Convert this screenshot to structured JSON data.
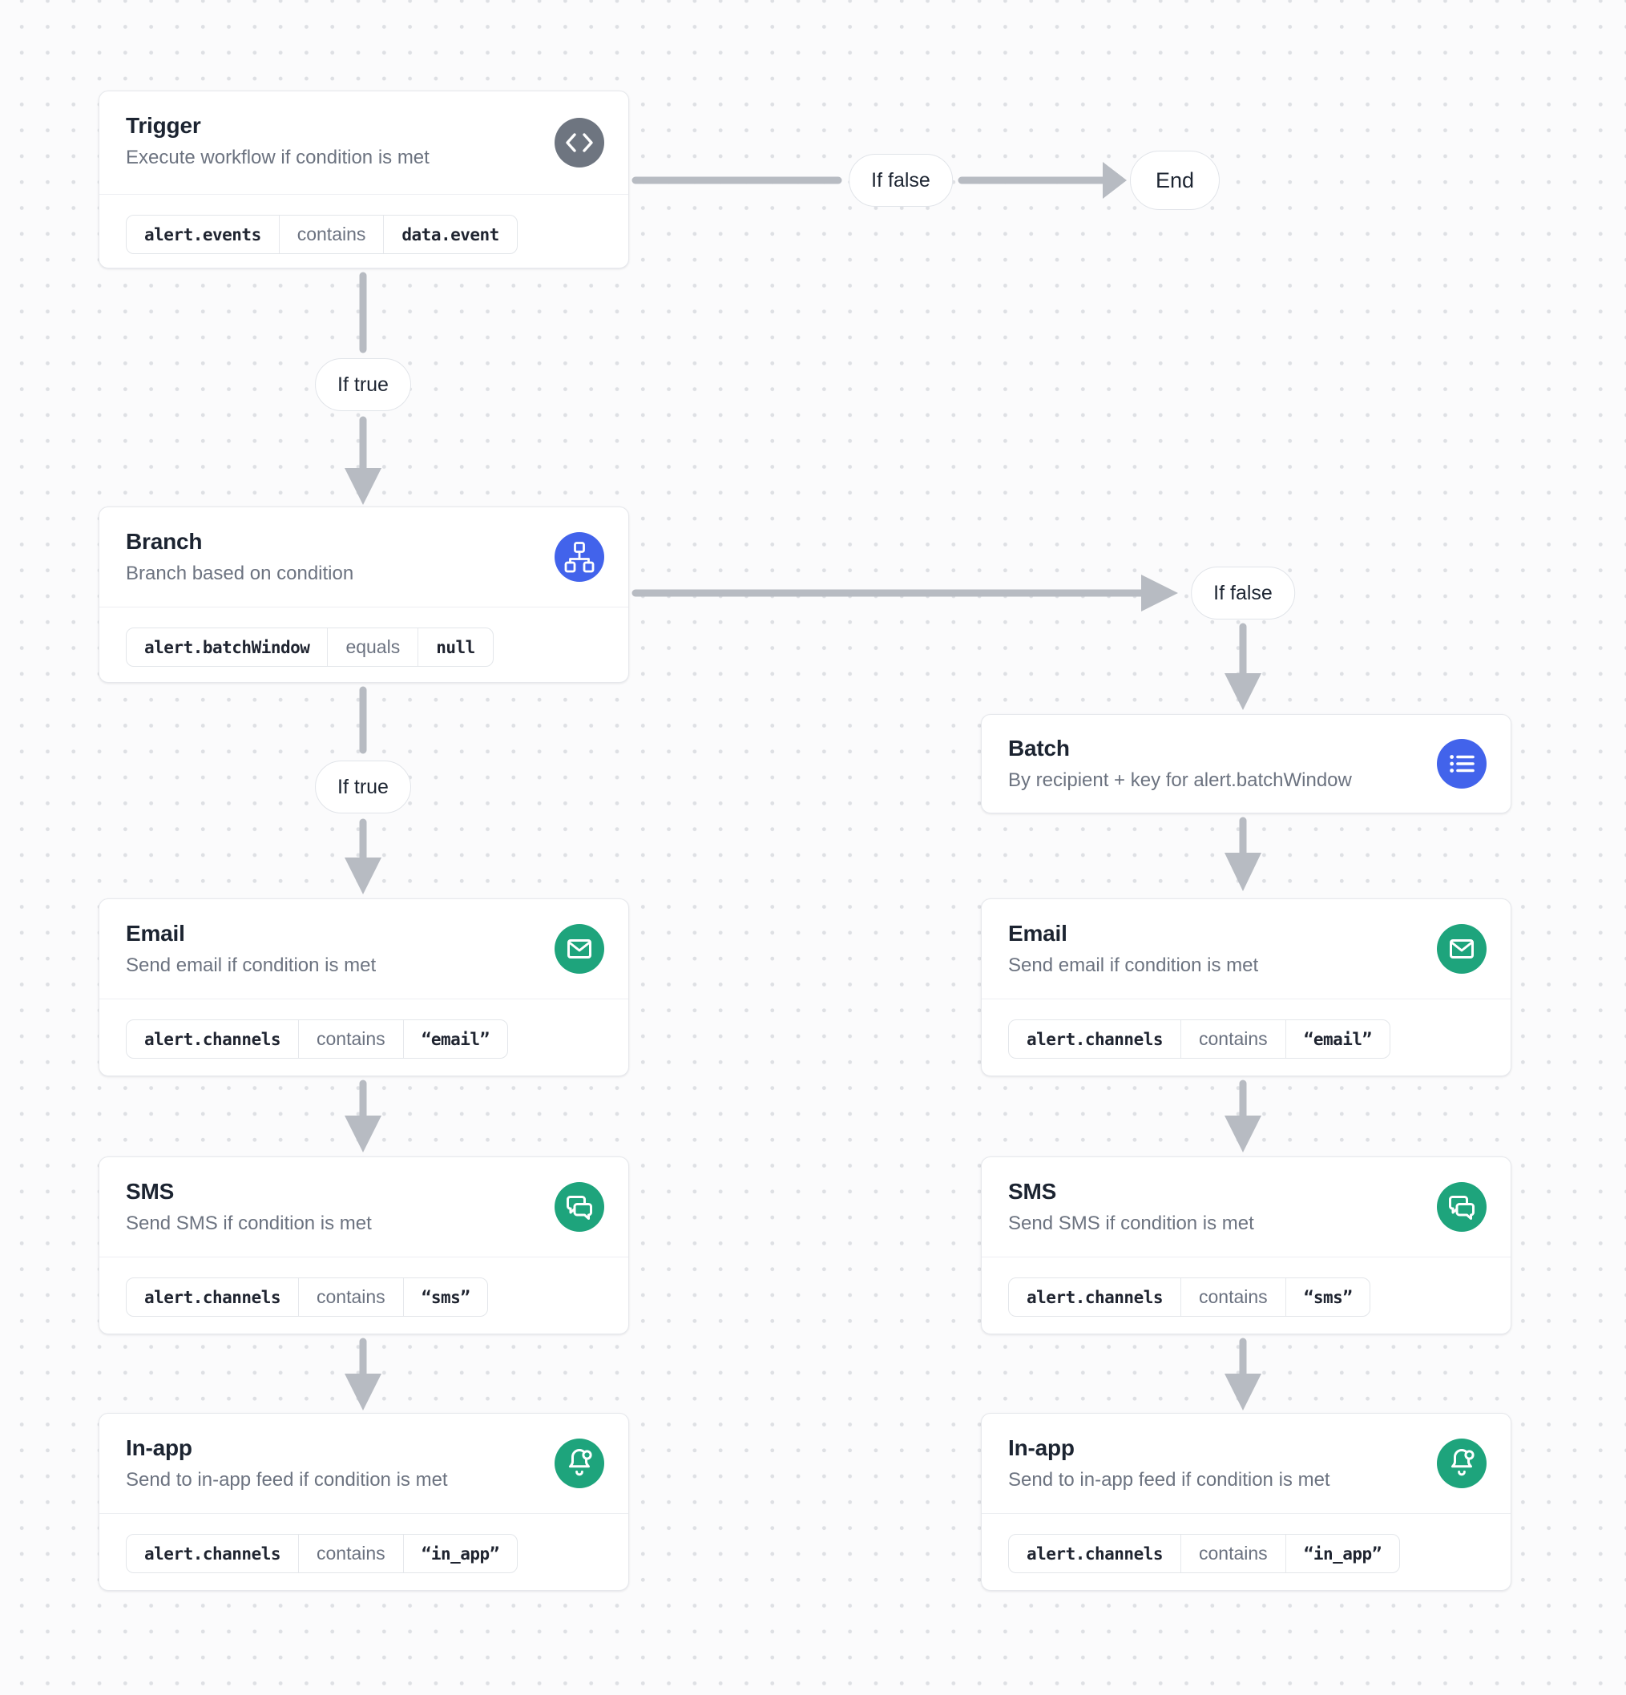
{
  "diagram": {
    "background": {
      "color": "#fbfbfc",
      "dot_color": "#dee0e4"
    },
    "colors": {
      "trigger_icon_bg": "#6e7580",
      "branch_icon_bg": "#4263eb",
      "batch_icon_bg": "#4263eb",
      "channel_icon_bg": "#1ea47c",
      "arrow": "#b7bbc2"
    },
    "nodes": {
      "trigger": {
        "title": "Trigger",
        "subtitle": "Execute workflow if condition is met",
        "icon": "code-icon",
        "condition": {
          "field": "alert.events",
          "operator": "contains",
          "value": "data.event"
        }
      },
      "branch": {
        "title": "Branch",
        "subtitle": "Branch based on condition",
        "icon": "sitemap-icon",
        "condition": {
          "field": "alert.batchWindow",
          "operator": "equals",
          "value": "null"
        }
      },
      "batch": {
        "title": "Batch",
        "subtitle": "By recipient + key for alert.batchWindow",
        "icon": "list-icon"
      },
      "email": {
        "title": "Email",
        "subtitle": "Send email if condition is met",
        "icon": "mail-icon",
        "condition": {
          "field": "alert.channels",
          "operator": "contains",
          "value": "“email”"
        }
      },
      "sms": {
        "title": "SMS",
        "subtitle": "Send SMS if condition is met",
        "icon": "chat-icon",
        "condition": {
          "field": "alert.channels",
          "operator": "contains",
          "value": "“sms”"
        }
      },
      "in_app": {
        "title": "In-app",
        "subtitle": "Send to in-app feed if condition is met",
        "icon": "bell-icon",
        "condition": {
          "field": "alert.channels",
          "operator": "contains",
          "value": "“in_app”"
        }
      }
    },
    "edge_labels": {
      "if_true": "If true",
      "if_false": "If false",
      "end": "End"
    }
  }
}
